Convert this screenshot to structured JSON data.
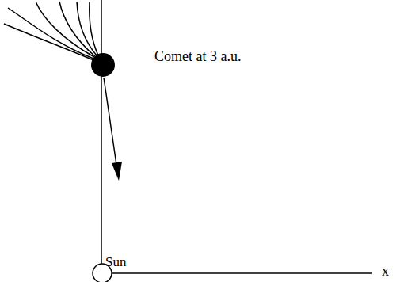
{
  "diagram": {
    "labels": [
      "Comet at 3 a.u.",
      "Sun",
      "x"
    ]
  }
}
